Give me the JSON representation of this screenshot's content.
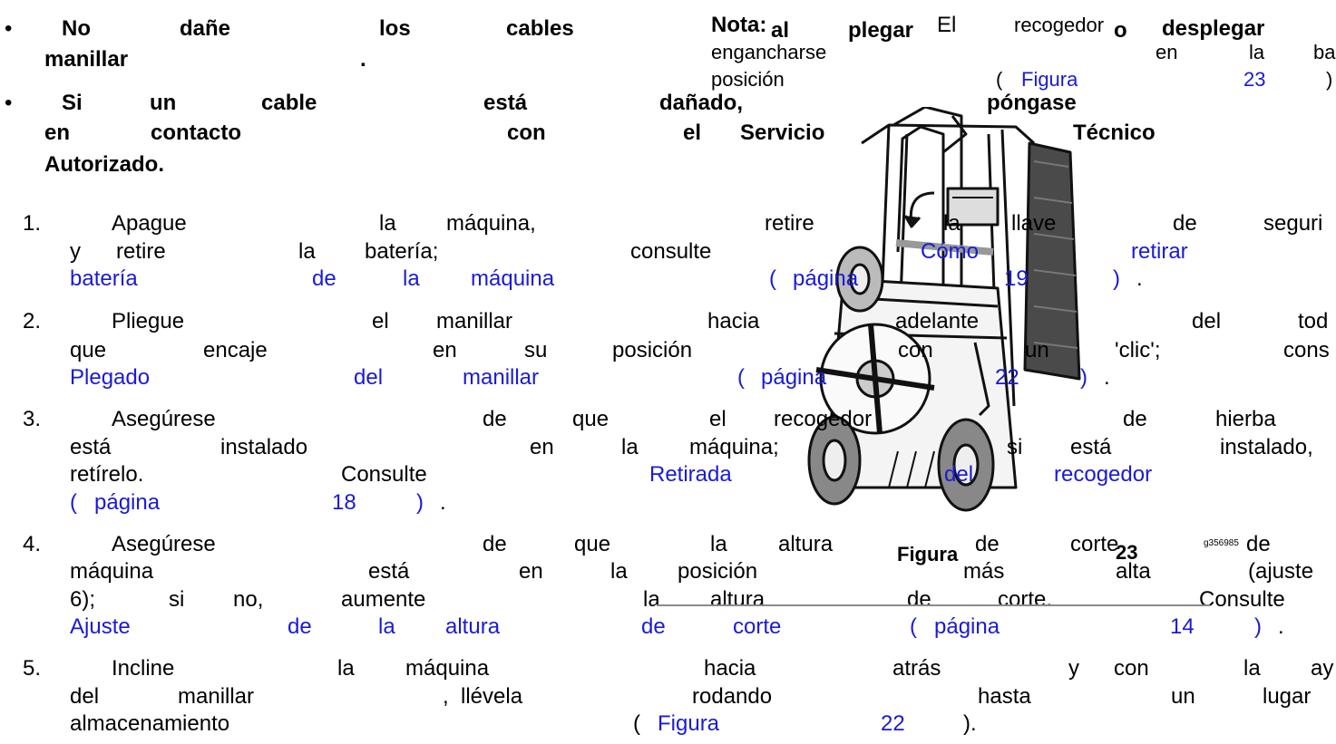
{
  "bullets": {
    "glyph": "•",
    "b1": {
      "w1": "No",
      "w2": "dañe",
      "w3": "los",
      "w4": "cables",
      "w5": "manillar",
      "w6": "."
    },
    "b2": {
      "w1": "Si",
      "w2": "un",
      "w3": "cable",
      "w4": "está",
      "w5": "dañado,",
      "w6": "póngase",
      "w7": "en",
      "w8": "contacto",
      "w9": "con",
      "w10": "el",
      "w11": "Servicio",
      "w12": "Técnico",
      "w13": "Autorizado."
    }
  },
  "note": {
    "label": "Nota:",
    "w1": "al",
    "w2": "plegar",
    "w3": "El",
    "w4": "recogedor",
    "w5": "o",
    "w6": "desplegar",
    "w7": "engancharse",
    "w8": "en",
    "w9": "la",
    "w10": "ba",
    "w11": "posición",
    "w12": "(",
    "w13": "Figura",
    "w14": "23",
    "w15": ")"
  },
  "steps": [
    {
      "num": "1.",
      "a": "Apague",
      "b": "la",
      "c": "máquina,",
      "d": "retire",
      "e": "la",
      "f": "llave",
      "g": "de",
      "h": "seguri",
      "i": "y",
      "j": "retire",
      "k": "la",
      "l": "batería;",
      "m": "consulte",
      "n": "Cómo",
      "o": "retirar",
      "p": "batería",
      "q": "de",
      "r": "la",
      "s": "máquina",
      "t": "(",
      "u": "página",
      "v": "19",
      "w": ")",
      "x": "."
    },
    {
      "num": "2.",
      "a": "Pliegue",
      "b": "el",
      "c": "manillar",
      "d": "hacia",
      "e": "adelante",
      "f": "del",
      "g": "tod",
      "h": "que",
      "i": "encaje",
      "j": "en",
      "k": "su",
      "l": "posición",
      "m": "con",
      "n": "un",
      "o": "'clic';",
      "p": "cons",
      "q": "Plegado",
      "r": "del",
      "s": "manillar",
      "t": "(",
      "u": "página",
      "v": "22",
      "w": ")",
      "x": "."
    },
    {
      "num": "3.",
      "a": "Asegúrese",
      "b": "de",
      "c": "que",
      "d": "el",
      "e": "recogedor",
      "f": "de",
      "g": "hierba",
      "h": "está",
      "i": "instalado",
      "j": "en",
      "k": "la",
      "l": "máquina;",
      "m": "si",
      "n": "está",
      "o": "instalado,",
      "p": "retírelo.",
      "q": "Consulte",
      "r": "Retirada",
      "s": "del",
      "t": "recogedor",
      "u": "(",
      "v": "página",
      "w": "18",
      "x": ")",
      "y": "."
    },
    {
      "num": "4.",
      "a": "Asegúrese",
      "b": "de",
      "c": "que",
      "d": "la",
      "e": "altura",
      "f": "de",
      "g": "corte",
      "h": "de",
      "i": "máquina",
      "j": "está",
      "k": "en",
      "l": "la",
      "m": "posición",
      "n": "más",
      "o": "alta",
      "p": "(ajuste",
      "q": "6);",
      "r": "si",
      "s": "no,",
      "t": "aumente",
      "u": "la",
      "v": "altura",
      "w": "de",
      "x": "corte.",
      "y": "Consulte",
      "z": "Ajuste",
      "aa": "de",
      "ab": "la",
      "ac": "altura",
      "ad": "de",
      "ae": "corte",
      "af": "(",
      "ag": "página",
      "ah": "14",
      "ai": ")",
      "aj": "."
    },
    {
      "num": "5.",
      "a": "Incline",
      "b": "la",
      "c": "máquina",
      "d": "hacia",
      "e": "atrás",
      "f": "y",
      "g": "con",
      "h": "la",
      "i": "ay",
      "j": "del",
      "k": "manillar",
      "l": ",",
      "m": "llévela",
      "n": "rodando",
      "o": "hasta",
      "p": "un",
      "q": "lugar",
      "r": "almacenamiento",
      "s": "(",
      "t": "Figura",
      "u": "22",
      "v": ")."
    }
  ],
  "figure": {
    "caption": "Figura",
    "number": "23",
    "code": "g356985"
  }
}
